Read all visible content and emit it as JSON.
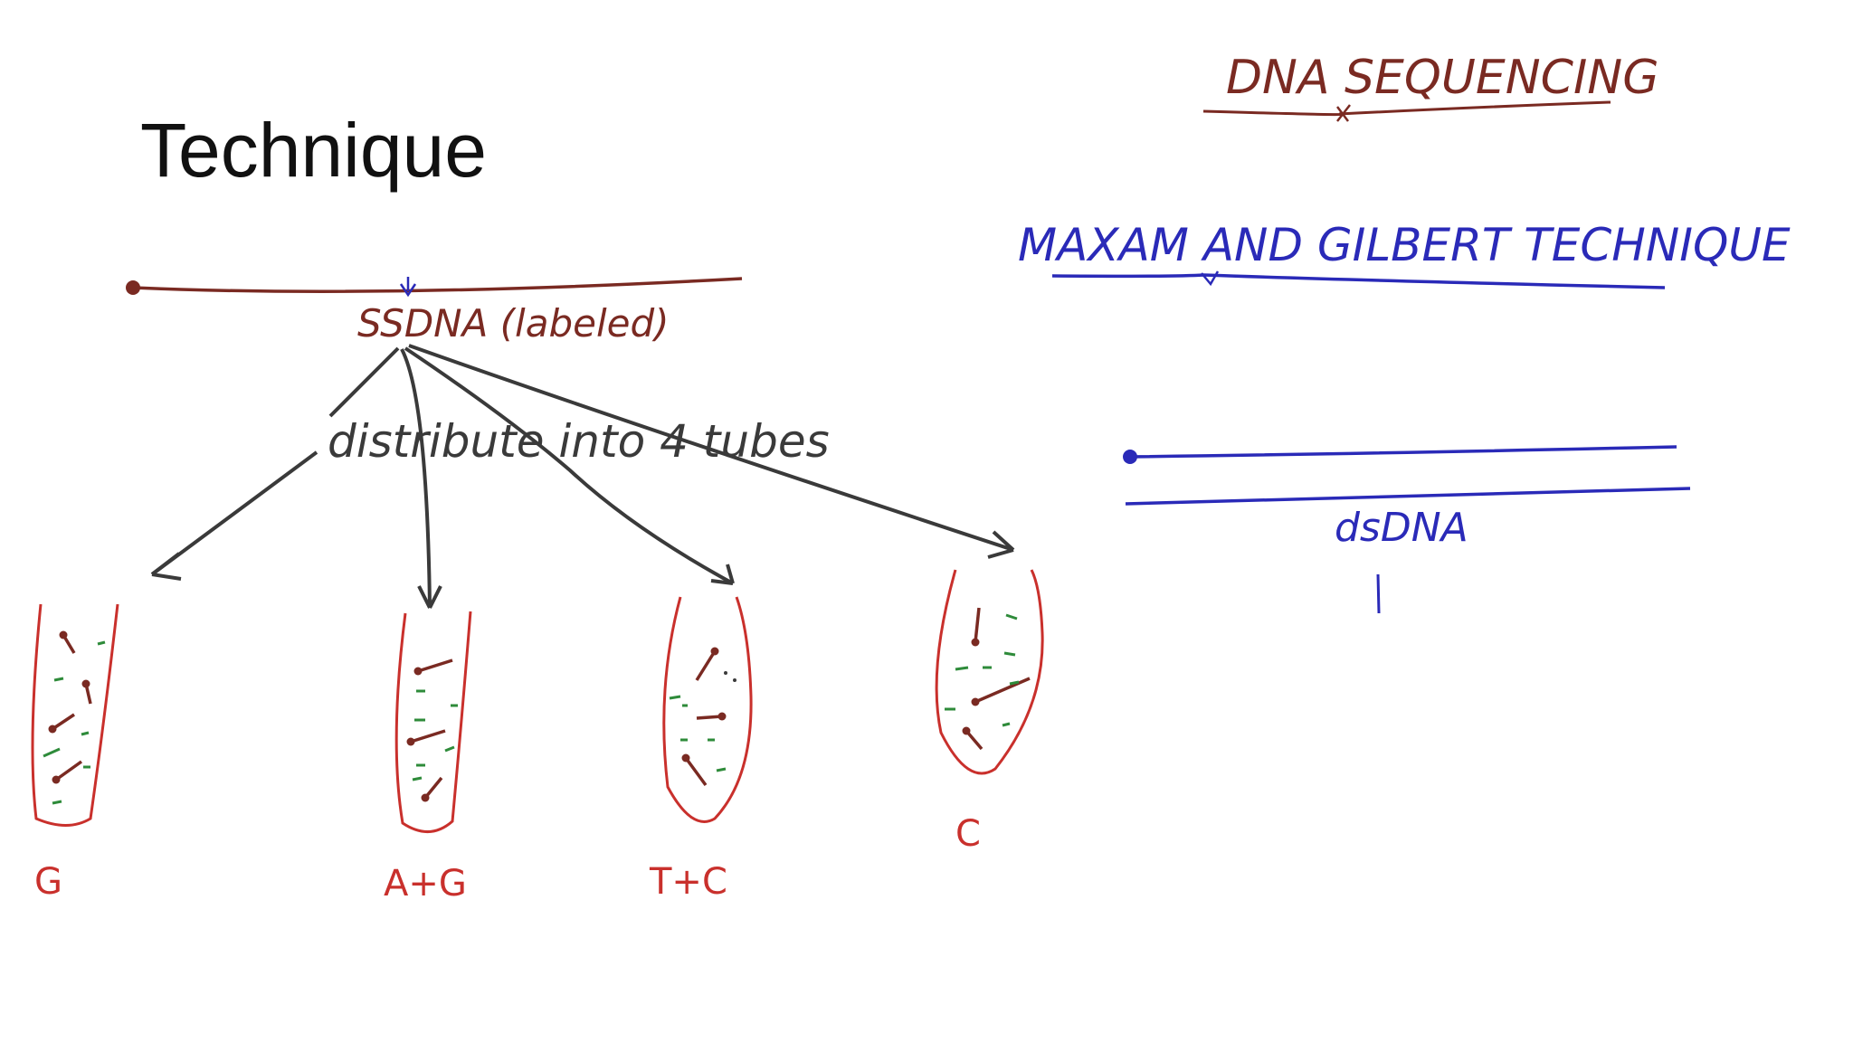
{
  "slide": {
    "title": "Technique"
  },
  "header": {
    "title": "DNA SEQUENCING",
    "subtitle": "MAXAM AND GILBERT TECHNIQUE"
  },
  "left_diagram": {
    "strand_label": "SSDNA (labeled)",
    "step_label": "distribute into 4 tubes",
    "tubes": [
      {
        "label": "G"
      },
      {
        "label": "A+G"
      },
      {
        "label": "T+C"
      },
      {
        "label": "C"
      }
    ]
  },
  "right_diagram": {
    "strand_label": "dsDNA"
  },
  "colors": {
    "maroon": "#7a2a22",
    "red": "#c9302c",
    "blue": "#2a2ab8",
    "gray": "#3a3a3a",
    "green": "#2e8b3a"
  }
}
